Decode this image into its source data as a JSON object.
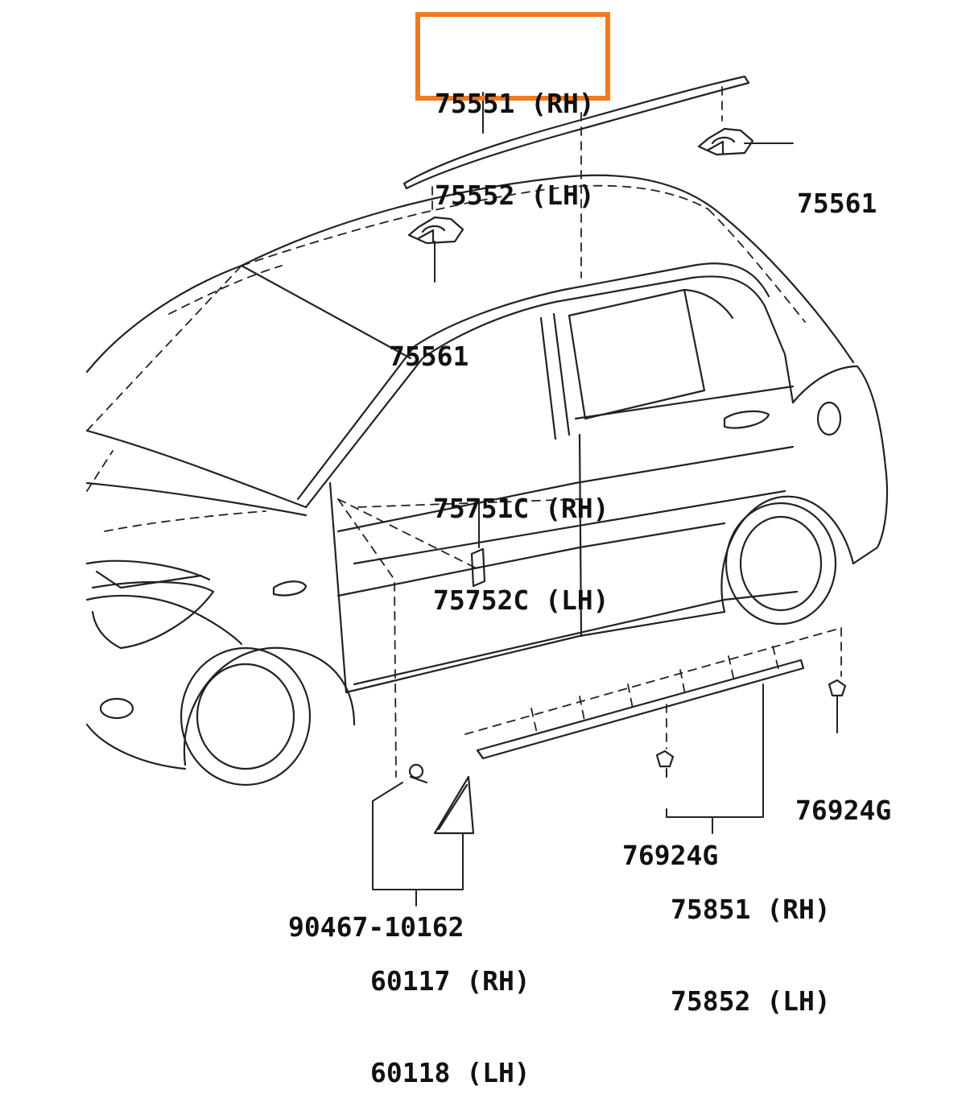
{
  "highlight_color": "#F07A21",
  "line_color": "#222222",
  "callouts": {
    "roof_molding": {
      "line1": "75551 (RH)",
      "line2": "75552 (LH)"
    },
    "roof_clip_right": {
      "text": "75561"
    },
    "roof_clip_left": {
      "text": "75561"
    },
    "door_moulding": {
      "line1": "75751C (RH)",
      "line2": "75752C (LH)"
    },
    "rocker_clip_right": {
      "text": "76924G"
    },
    "rocker_clip_left": {
      "text": "76924G"
    },
    "rocker_panel": {
      "line1": "75851 (RH)",
      "line2": "75852 (LH)"
    },
    "screw": {
      "text": "90467-10162"
    },
    "mudguard": {
      "line1": "60117 (RH)",
      "line2": "60118 (LH)"
    }
  },
  "icons": [
    "clip-icon",
    "rivet-icon",
    "molding-icon",
    "rocker-panel-icon",
    "mudguard-icon"
  ]
}
